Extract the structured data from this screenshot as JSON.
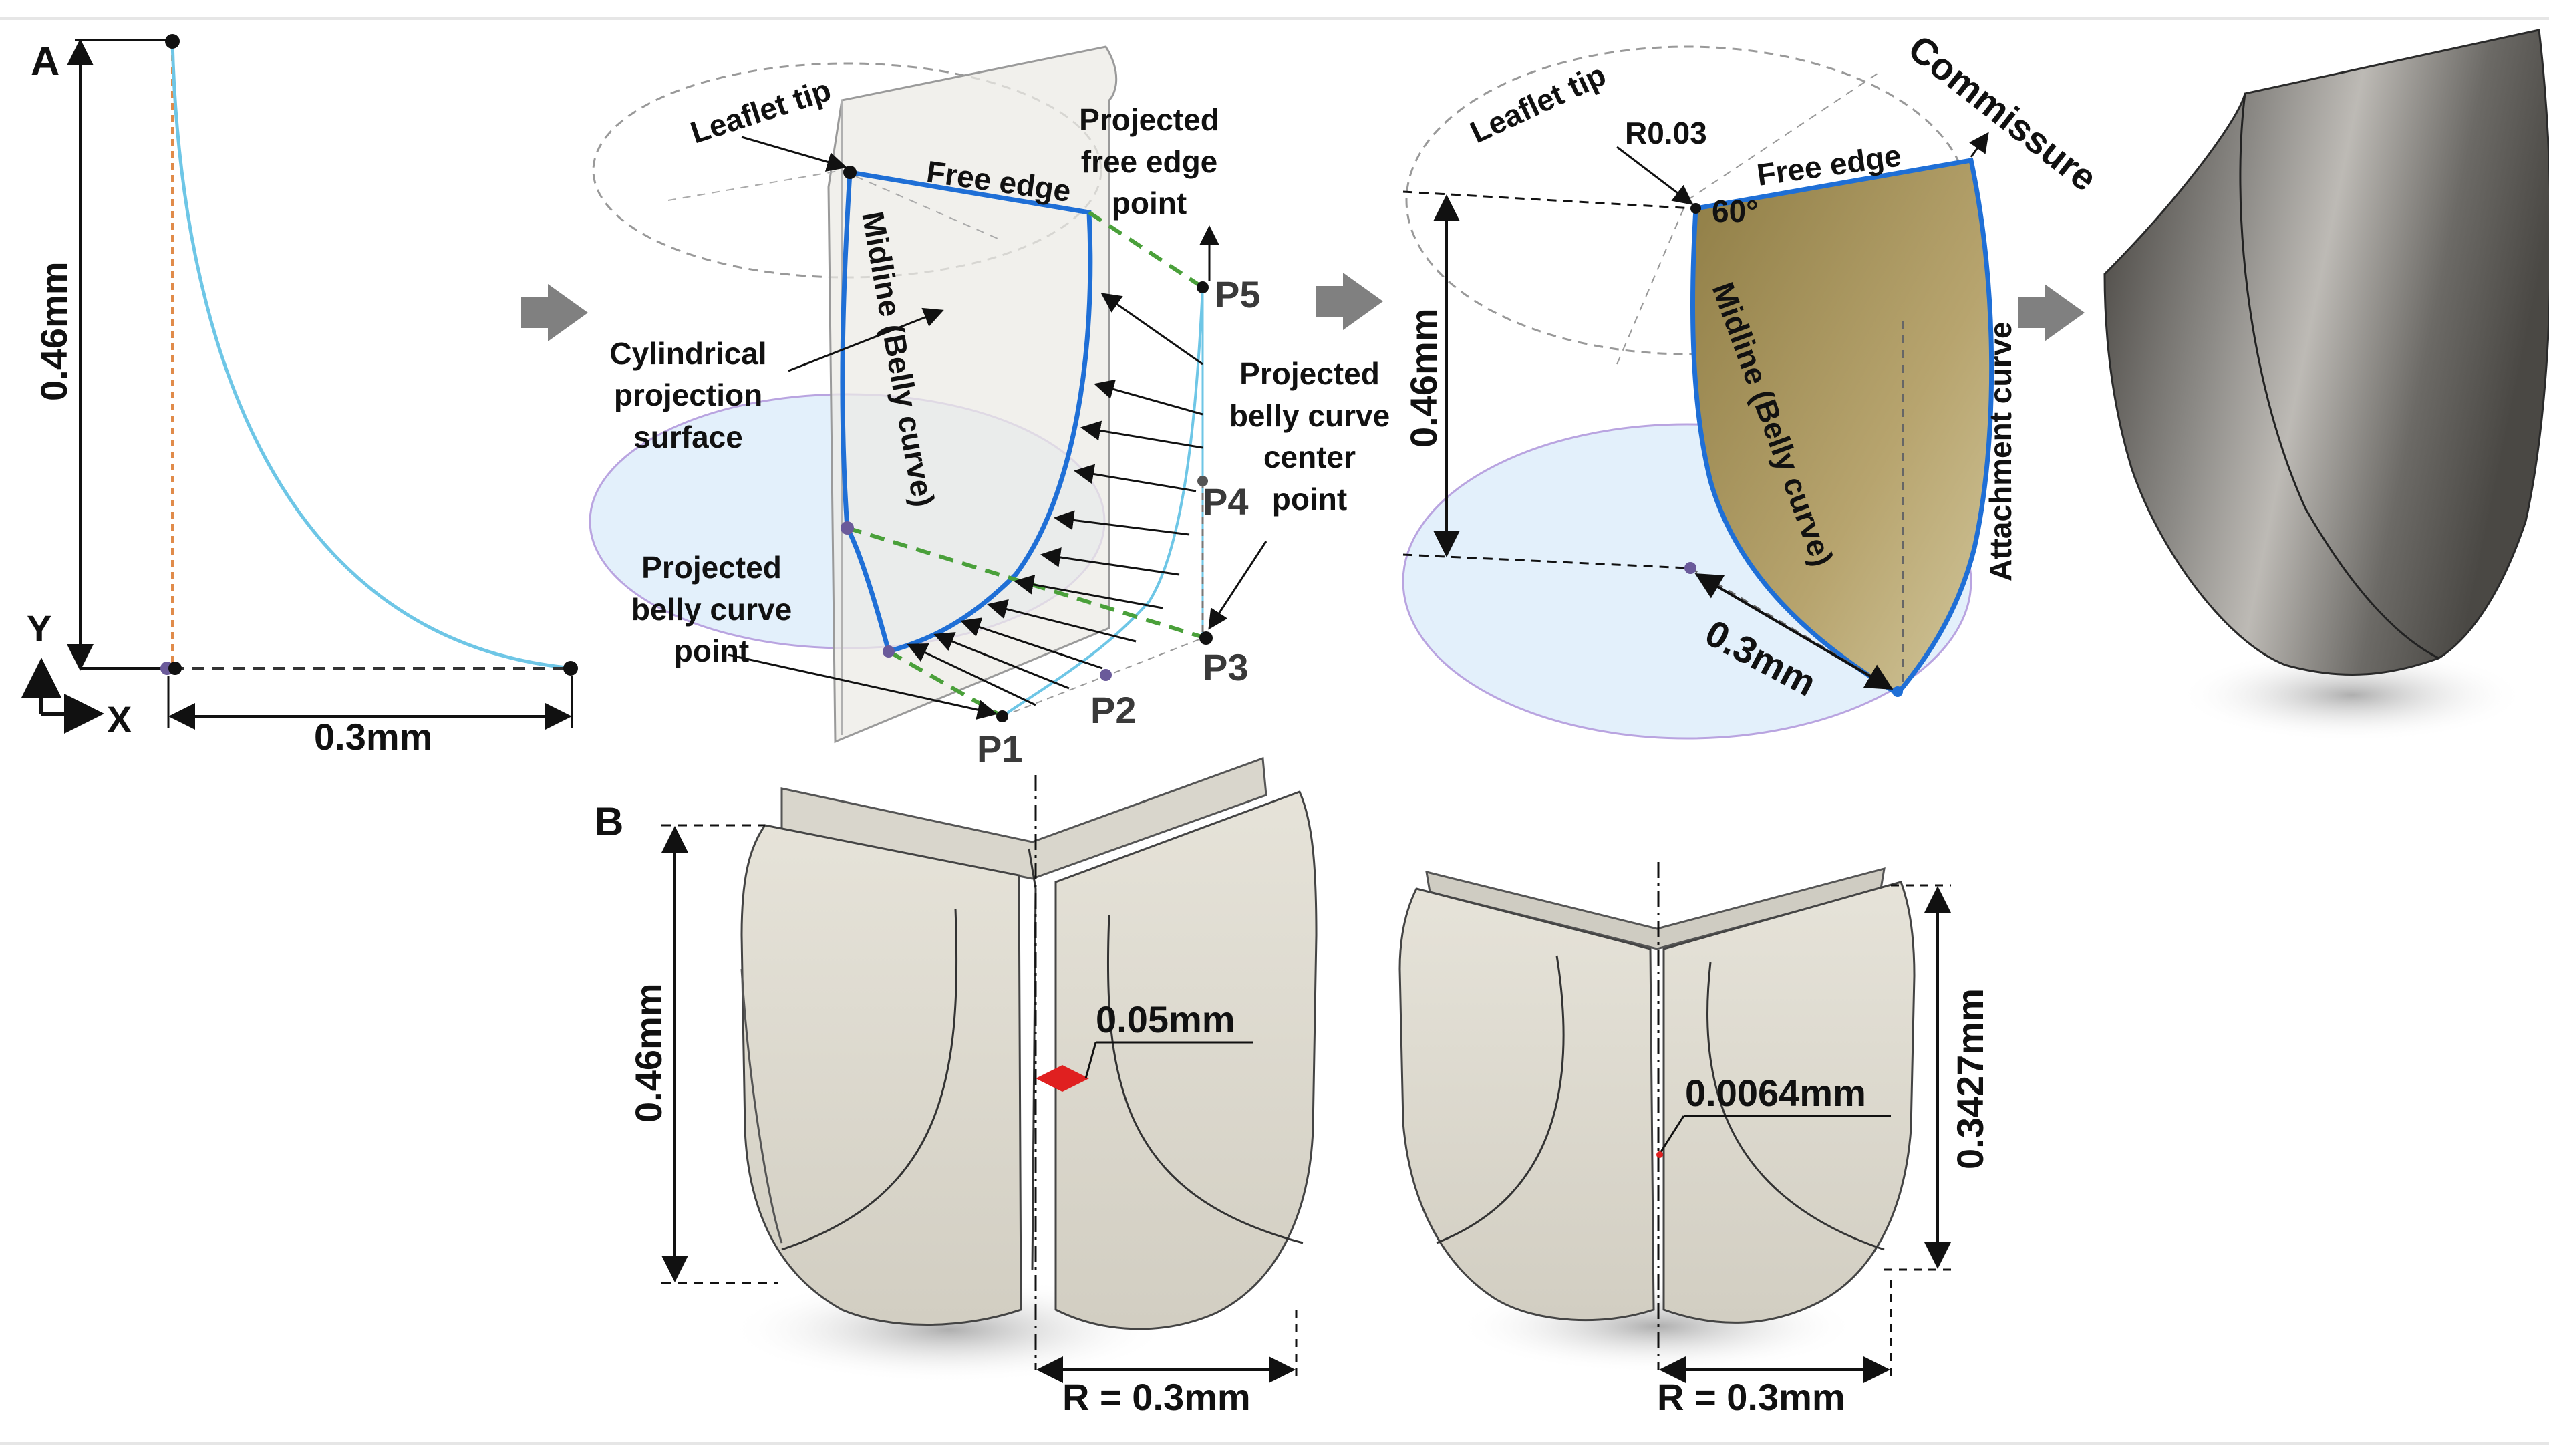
{
  "panel_labels": {
    "a": "A",
    "b": "B"
  },
  "panel_a": {
    "height_dim": "0.46mm",
    "width_dim": "0.3mm",
    "axis_y": "Y",
    "axis_x": "X"
  },
  "panel_a2": {
    "leaflet_tip": "Leaflet tip",
    "free_edge": "Free edge",
    "projected_free_edge_point": [
      "Projected",
      "free edge",
      "point"
    ],
    "midline": "Midline (Belly curve)",
    "cylindrical_surface": [
      "Cylindrical",
      "projection",
      "surface"
    ],
    "projected_belly_center": [
      "Projected",
      "belly curve",
      "center",
      "point"
    ],
    "projected_belly_point": [
      "Projected",
      "belly curve",
      "point"
    ],
    "points": [
      "P1",
      "P2",
      "P3",
      "P4",
      "P5"
    ]
  },
  "panel_a3": {
    "leaflet_tip": "Leaflet tip",
    "radius": "R0.03",
    "free_edge": "Free edge",
    "commissure": "Commissure",
    "angle": "60°",
    "height_dim": "0.46mm",
    "midline": "Midline (Belly curve)",
    "attachment_curve": "Attachment curve",
    "radial_dim": "0.3mm"
  },
  "panel_b": {
    "left_height": "0.46mm",
    "gap": "0.05mm",
    "left_radius": "R = 0.3mm",
    "right_gap": "0.0064mm",
    "right_height": "0.3427mm",
    "right_radius": "R = 0.3mm"
  },
  "colors": {
    "curve": "#6ec6e6",
    "outline_blue": "#1f6fd6",
    "dashed_green": "#4aa03a",
    "leaflet_gold": "#a8945c",
    "light_blue_fill": "#e3f0fb",
    "arrow_grey": "#808080"
  }
}
